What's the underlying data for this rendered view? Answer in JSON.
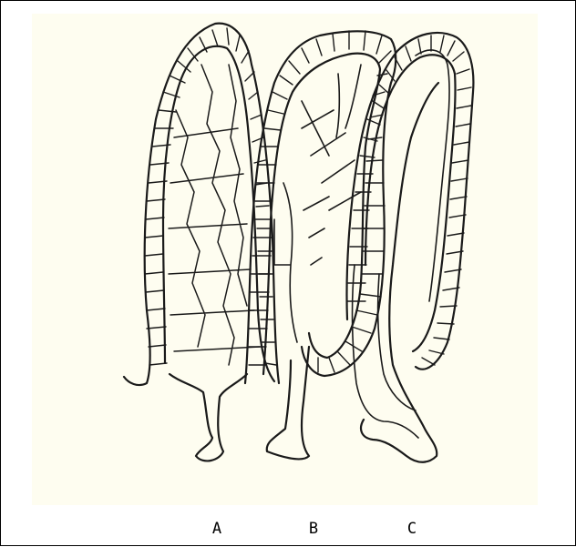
{
  "figure": {
    "labels": [
      {
        "id": "a",
        "text": "A"
      },
      {
        "id": "b",
        "text": "B"
      },
      {
        "id": "c",
        "text": "C"
      }
    ]
  },
  "colors": {
    "frame_border": "#000000",
    "panel_background": "#fefdf0",
    "ink": "#1a1a1a"
  }
}
